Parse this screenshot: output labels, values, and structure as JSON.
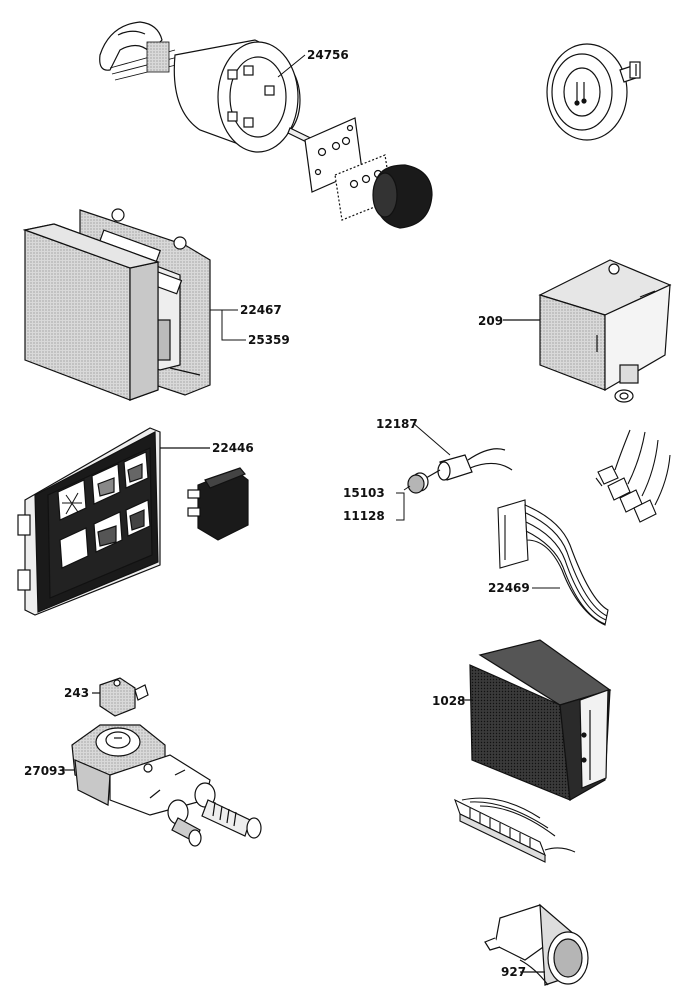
{
  "labels": {
    "p24756": "24756",
    "p22467": "22467",
    "p25359": "25359",
    "p209": "209",
    "p22446": "22446",
    "p12187": "12187",
    "p15103": "15103",
    "p11128": "11128",
    "p22469": "22469",
    "p243": "243",
    "p27093": "27093",
    "p1028": "1028",
    "p927": "927"
  },
  "colors": {
    "ink": "#111111",
    "grey_fill": "#c8c8c8",
    "dark_fill": "#1a1a1a",
    "light_fill": "#f2f2f2"
  },
  "icons": {
    "motor": "rotary-motor-switch",
    "gauge": "pressure-gauge",
    "pcb": "control-board",
    "pressostat": "pressure-switch",
    "keypad": "push-button-keypad",
    "rocker": "rocker-switch",
    "lamp": "indicator-lamp",
    "connectors": "faston-connectors",
    "ribbon": "ribbon-cable",
    "coil": "solenoid-coil",
    "valve": "solenoid-valve",
    "transformer": "transformer-box",
    "terminal": "terminal-strip",
    "pilot": "pilot-light"
  }
}
